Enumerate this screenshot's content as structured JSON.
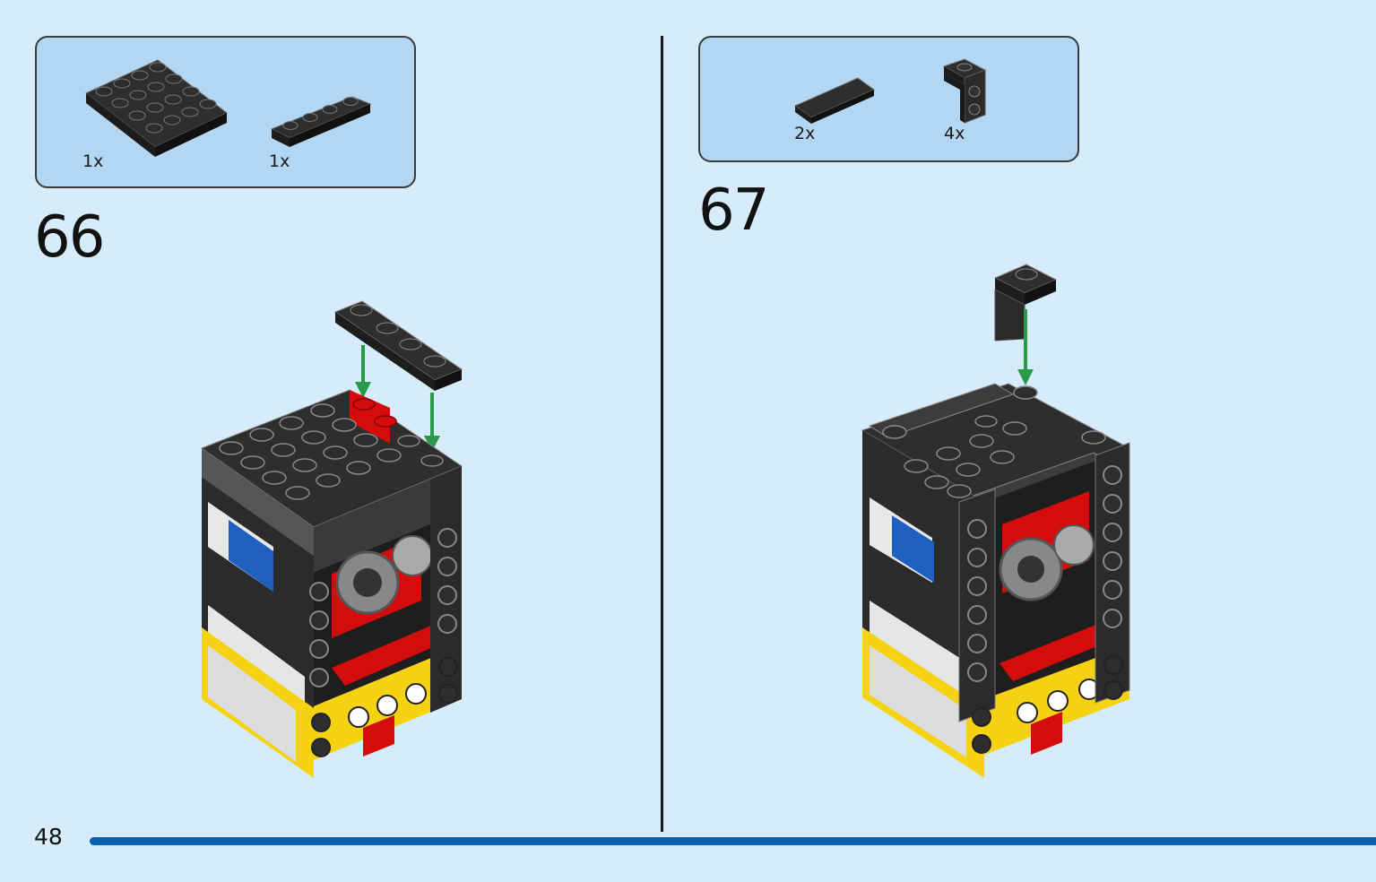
{
  "steps": [
    {
      "number": "66",
      "parts": [
        {
          "name": "4x4 plate black",
          "qty": "1x"
        },
        {
          "name": "1x4 plate black",
          "qty": "1x"
        }
      ]
    },
    {
      "number": "67",
      "parts": [
        {
          "name": "1x4 tile black",
          "qty": "2x"
        },
        {
          "name": "bracket 1x1 - 1x2 black",
          "qty": "4x"
        }
      ]
    }
  ],
  "footer": {
    "page_number": "48"
  },
  "colors": {
    "background": "#d6ecfa",
    "parts_box": "#b3d7f3",
    "progress_bar": "#0a60a8",
    "arrow": "#2a9a4a",
    "brick_black": "#2e2e2e",
    "brick_red": "#d40c0c",
    "brick_yellow": "#f5d312",
    "brick_blue": "#1f5fbf"
  }
}
